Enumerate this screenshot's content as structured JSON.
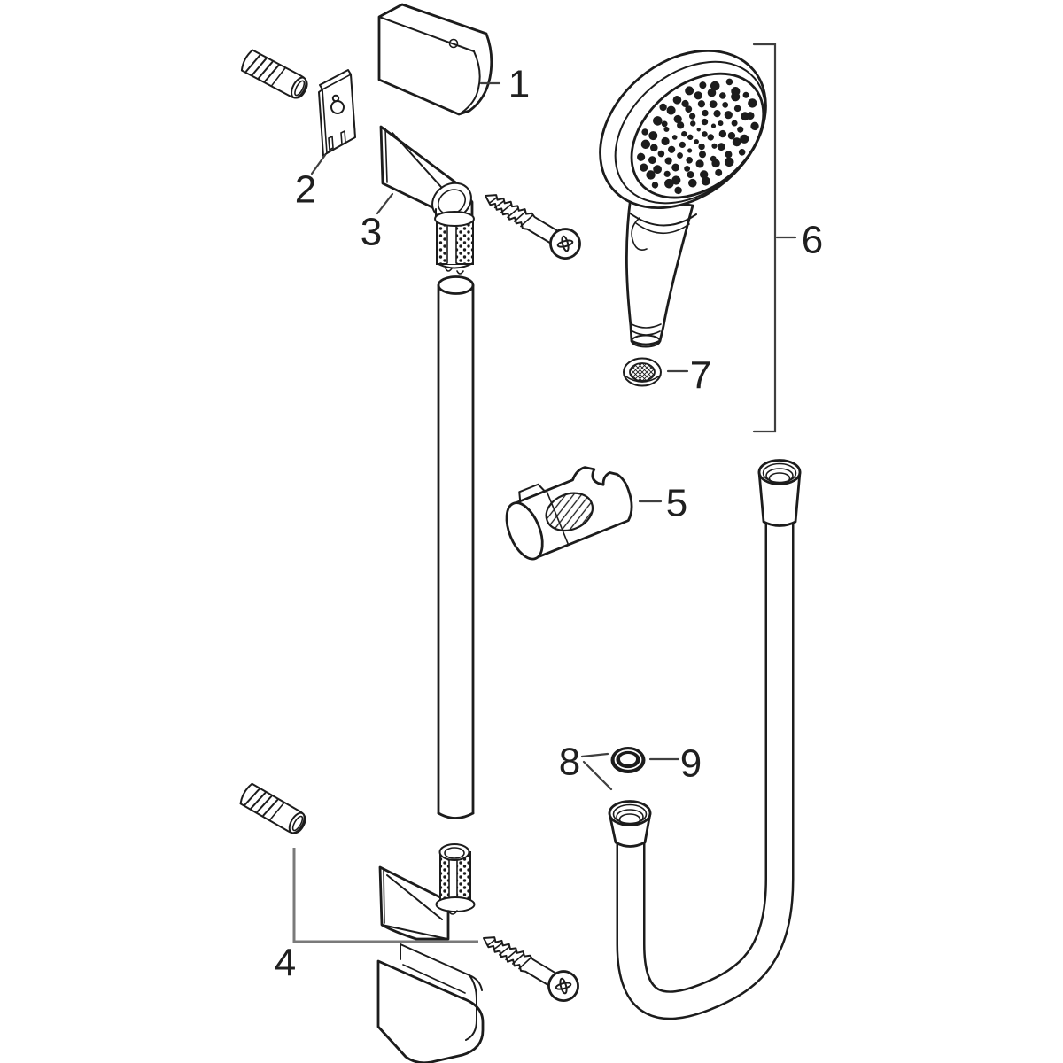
{
  "diagram": {
    "background": "#ffffff",
    "line_color": "#1c1c1c",
    "leader_color": "#3f3f3f",
    "bracket_leader_color": "#7a7a7a"
  },
  "callouts": [
    {
      "number": "1"
    },
    {
      "number": "2"
    },
    {
      "number": "3"
    },
    {
      "number": "4"
    },
    {
      "number": "5"
    },
    {
      "number": "6"
    },
    {
      "number": "7"
    },
    {
      "number": "8"
    },
    {
      "number": "9"
    }
  ]
}
